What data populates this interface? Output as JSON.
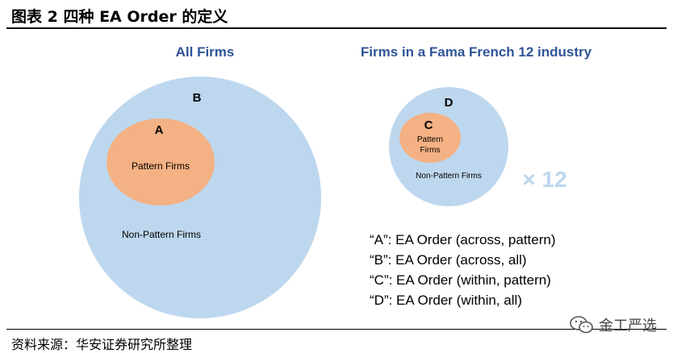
{
  "figure": {
    "title": "图表 2 四种 EA Order 的定义",
    "source": "资料来源：华安证券研究所整理",
    "watermark": "金工严选"
  },
  "left_diagram": {
    "header": "All Firms",
    "outer": {
      "letter": "B",
      "label": "Non-Pattern Firms"
    },
    "inner": {
      "letter": "A",
      "label": "Pattern Firms"
    }
  },
  "right_diagram": {
    "header": "Firms in a Fama French 12 industry",
    "outer": {
      "letter": "D",
      "label": "Non-Pattern Firms"
    },
    "inner": {
      "letter": "C",
      "label_line1": "Pattern",
      "label_line2": "Firms"
    },
    "multiplier": "× 12"
  },
  "legend": [
    "“A”: EA Order (across, pattern)",
    "“B”: EA Order (across, all)",
    "“C”: EA Order (within, pattern)",
    "“D”: EA Order (within, all)"
  ],
  "colors": {
    "outer_circle": "#bdd7ee",
    "inner_circle": "#f4b183",
    "header_text": "#2f5597"
  },
  "icons": {
    "watermark": "wechat-icon"
  }
}
